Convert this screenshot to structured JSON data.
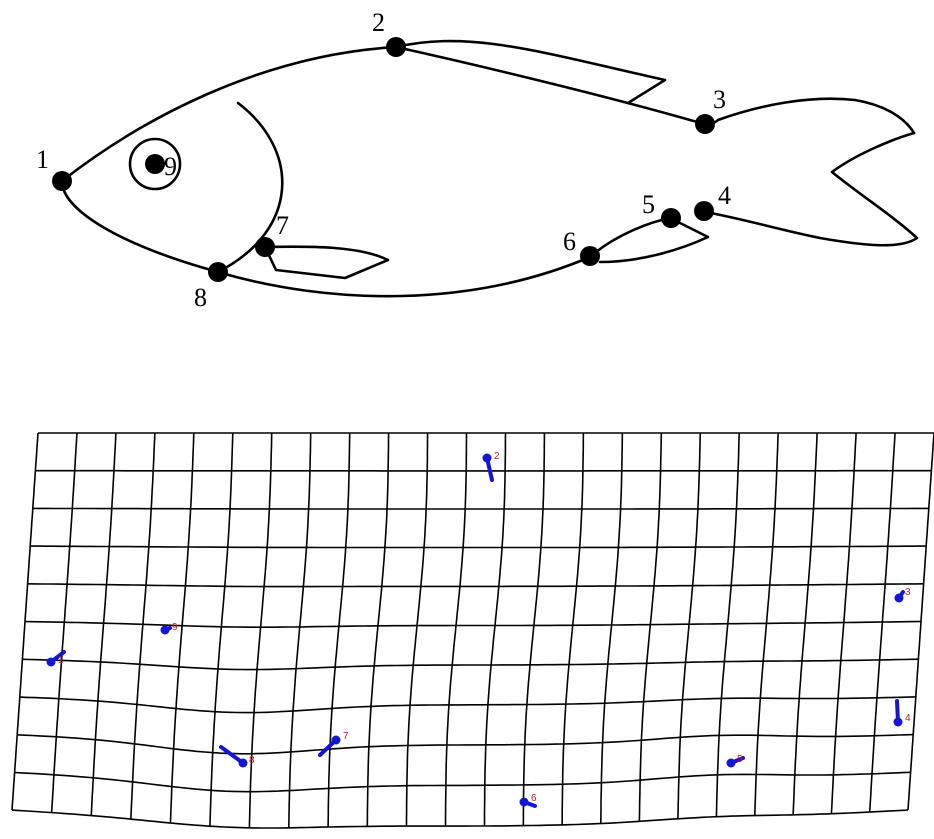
{
  "fish_landmarks": [
    {
      "id": "1",
      "label": "1"
    },
    {
      "id": "2",
      "label": "2"
    },
    {
      "id": "3",
      "label": "3"
    },
    {
      "id": "4",
      "label": "4"
    },
    {
      "id": "5",
      "label": "5"
    },
    {
      "id": "6",
      "label": "6"
    },
    {
      "id": "7",
      "label": "7"
    },
    {
      "id": "8",
      "label": "8"
    },
    {
      "id": "9",
      "label": "9"
    }
  ],
  "grid_vectors": [
    {
      "label": "2"
    },
    {
      "label": "3"
    },
    {
      "label": "9"
    },
    {
      "label": "1"
    },
    {
      "label": "4"
    },
    {
      "label": "7"
    },
    {
      "label": "8"
    },
    {
      "label": "5"
    },
    {
      "label": "6"
    }
  ],
  "colors": {
    "outline": "#000000",
    "landmark": "#000000",
    "vector": "#1515d6",
    "vector_label": "#cc1a1a"
  }
}
